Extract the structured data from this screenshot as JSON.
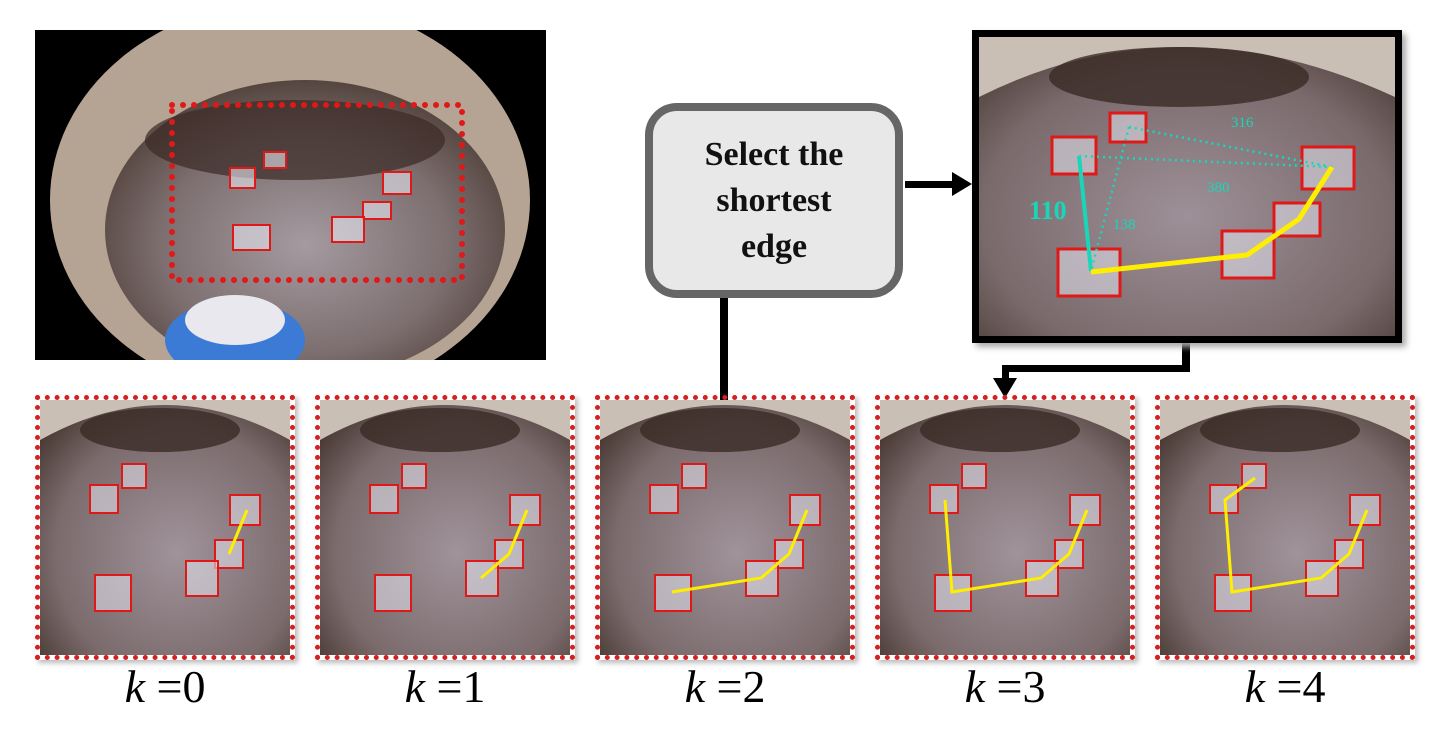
{
  "center_box": {
    "lines": [
      "Select the",
      "shortest",
      "edge"
    ]
  },
  "zoom_panel": {
    "edge_labels": {
      "selected": "110",
      "e1": "138",
      "e2": "316",
      "e3": "380"
    },
    "colors": {
      "box": "#e01818",
      "path": "#ffee00",
      "edge": "#1ad6b8"
    }
  },
  "steps": [
    {
      "var": "k",
      "eq": "=",
      "value": "0"
    },
    {
      "var": "k",
      "eq": "=",
      "value": "1"
    },
    {
      "var": "k",
      "eq": "=",
      "value": "2"
    },
    {
      "var": "k",
      "eq": "=",
      "value": "3"
    },
    {
      "var": "k",
      "eq": "=",
      "value": "4"
    }
  ]
}
